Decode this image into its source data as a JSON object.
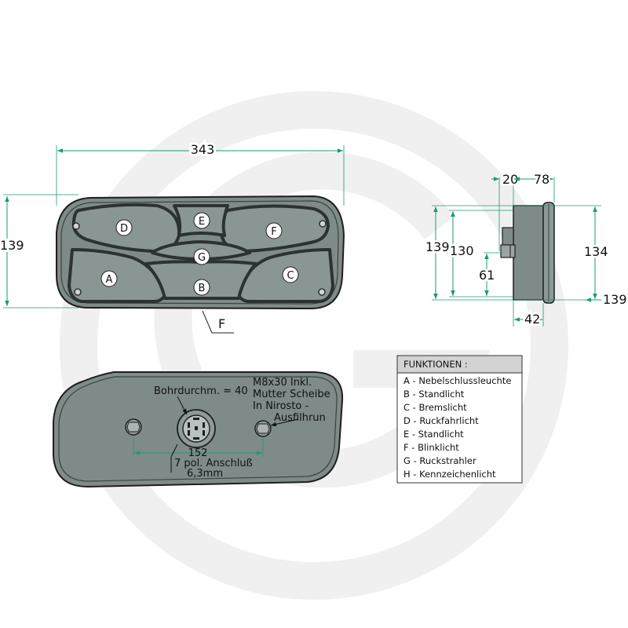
{
  "palette": {
    "housing": "#7f8b89",
    "housing_light": "#8e9a98",
    "rib": "#2c3231",
    "dimension_line": "#1a9a7a",
    "watermark": "#efefef",
    "legend_header_bg": "#d3d3d3"
  },
  "front_view": {
    "width_dim": "343",
    "height_dim": "139",
    "f_callout": "F",
    "segments": [
      "D",
      "E",
      "F",
      "G",
      "A",
      "B",
      "C"
    ]
  },
  "side_view": {
    "dim_depth_rear": "20",
    "dim_depth": "78",
    "dim_139_left": "139",
    "dim_130": "130",
    "dim_61": "61",
    "dim_134": "134",
    "dim_139_right": "139",
    "dim_42": "42"
  },
  "rear_view": {
    "note_bore": "Bohrdurchm. = 40",
    "note_bolt_1": "M8x30 Inkl.",
    "note_bolt_2": "Mutter Scheibe",
    "note_bolt_3": "In Nirosto -",
    "note_bolt_4": "Ausfilhrun",
    "dim_152": "152",
    "note_conn_1": "7 pol. Anschluß",
    "note_conn_2": "6,3mm"
  },
  "legend": {
    "title": "FUNKTIONEN :",
    "items": [
      "A - Nebelschlussleuchte",
      "B - Standlicht",
      "C - Bremslicht",
      "D - Ruckfahrlicht",
      "E - Standlicht",
      "F - Blinklicht",
      "G - Ruckstrahler",
      "H - Kennzeichenlicht"
    ]
  }
}
